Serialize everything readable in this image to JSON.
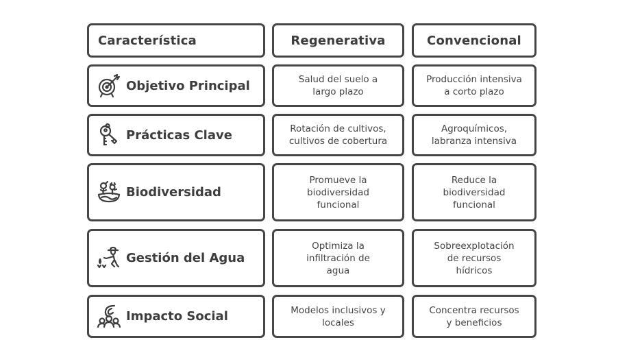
{
  "header": {
    "col1": "Característica",
    "col2": "Regenerativa",
    "col3": "Convencional"
  },
  "rows": [
    {
      "label": "Objetivo Principal",
      "icon": "target-arrow-icon",
      "regenerativa": [
        "Salud del suelo a",
        "largo plazo"
      ],
      "convencional": [
        "Producción intensiva",
        "a corto plazo"
      ]
    },
    {
      "label": "Prácticas Clave",
      "icon": "keys-icon",
      "regenerativa": [
        "Rotación de cultivos,",
        "cultivos de cobertura"
      ],
      "convencional": [
        "Agroquímicos,",
        "labranza intensiva"
      ]
    },
    {
      "label": "Biodiversidad",
      "icon": "ecosystem-bowl-icon",
      "regenerativa": [
        "Promueve la",
        "biodiversidad",
        "funcional"
      ],
      "convencional": [
        "Reduce la",
        "biodiversidad",
        "funcional"
      ]
    },
    {
      "label": "Gestión del Agua",
      "icon": "farmer-watering-icon",
      "regenerativa": [
        "Optimiza la",
        "infiltración de",
        "agua"
      ],
      "convencional": [
        "Sobreexplotación",
        "de recursos",
        "hídricos"
      ]
    },
    {
      "label": "Impacto Social",
      "icon": "community-people-icon",
      "regenerativa": [
        "Modelos inclusivos y",
        "locales"
      ],
      "convencional": [
        "Concentra recursos",
        "y beneficios"
      ]
    }
  ],
  "colors": {
    "stroke": "#464646",
    "text": "#3d3d3d",
    "background": "#ffffff"
  }
}
